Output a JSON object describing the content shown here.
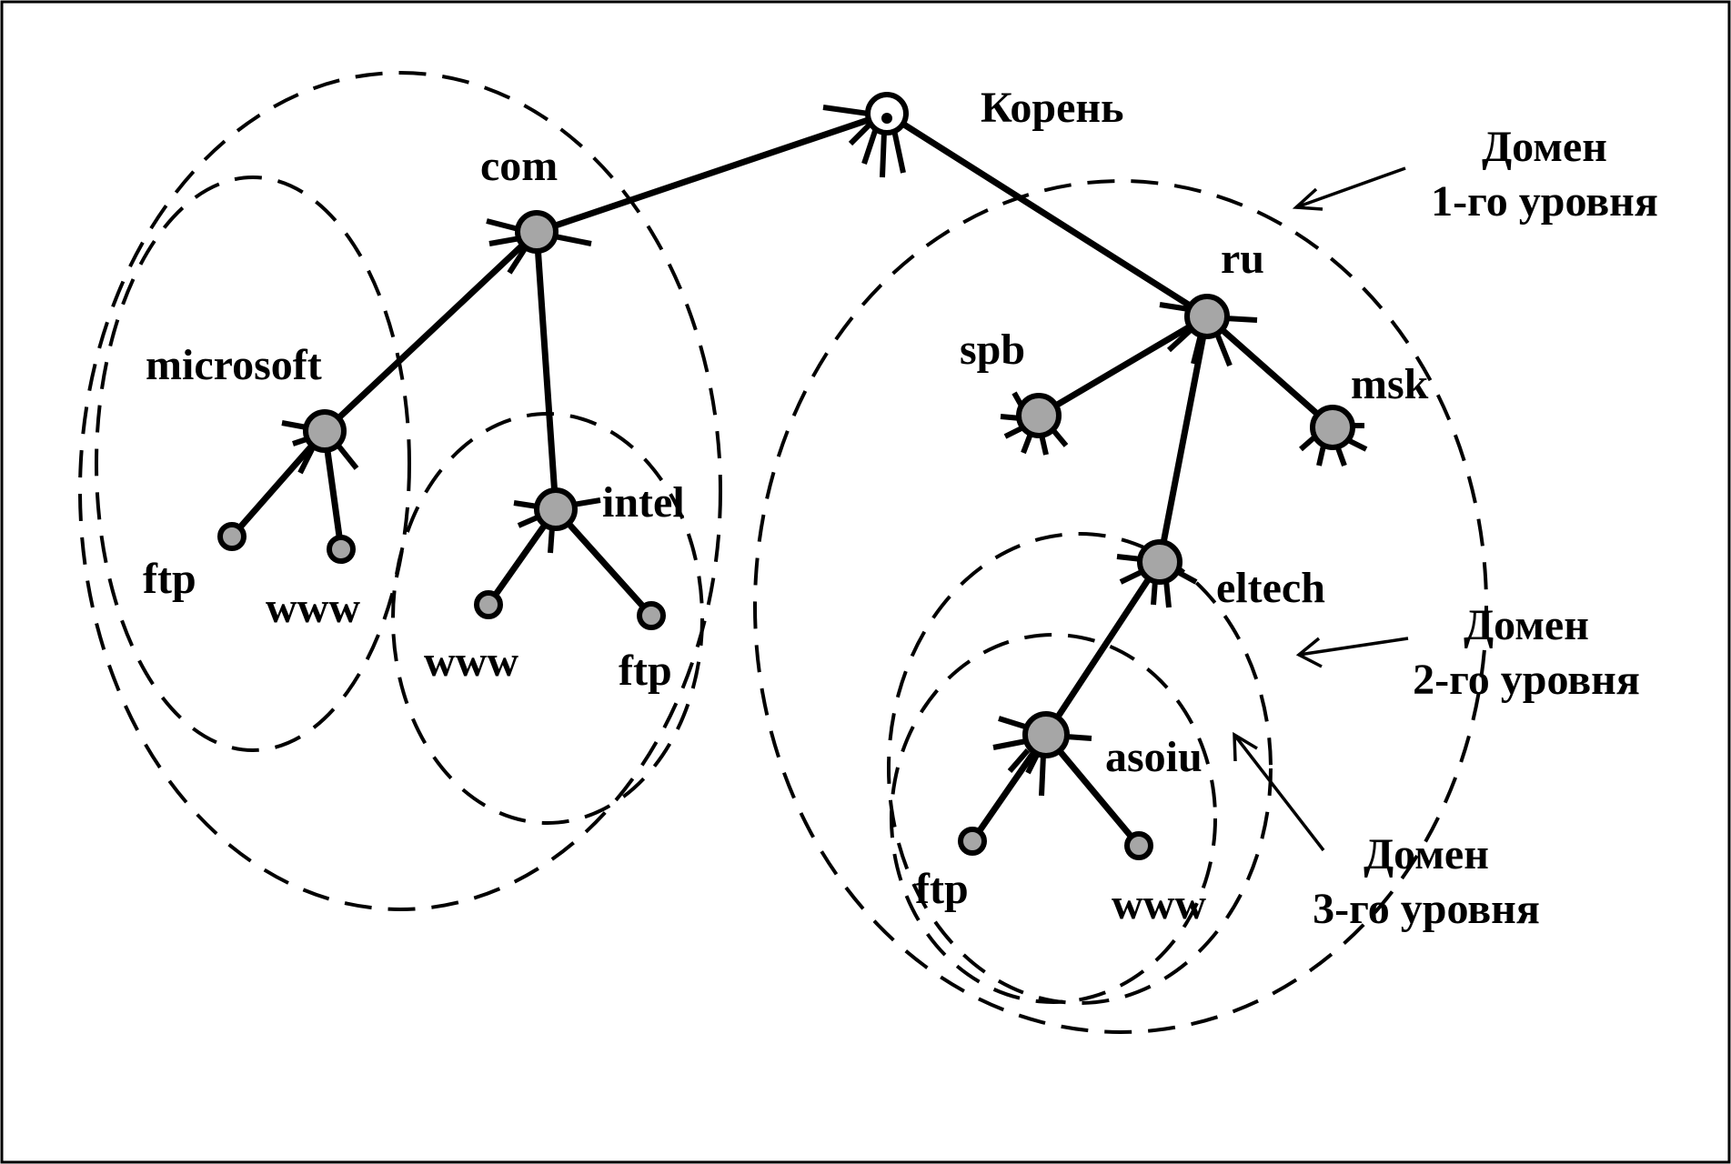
{
  "colors": {
    "line": "#000000",
    "node_fill": "#a6a6a6",
    "background": "#ffffff"
  },
  "nodes": {
    "root": "Корень",
    "com": "com",
    "microsoft": "microsoft",
    "microsoft_ftp": "ftp",
    "microsoft_www": "www",
    "intel": "intel",
    "intel_www": "www",
    "intel_ftp": "ftp",
    "ru": "ru",
    "spb": "spb",
    "msk": "msk",
    "eltech": "eltech",
    "asoiu": "asoiu",
    "asoiu_ftp": "ftp",
    "asoiu_www": "www"
  },
  "legend": {
    "level1": [
      "Домен",
      "1-го уровня"
    ],
    "level2": [
      "Домен",
      "2-го уровня"
    ],
    "level3": [
      "Домен",
      "3-го уровня"
    ]
  }
}
